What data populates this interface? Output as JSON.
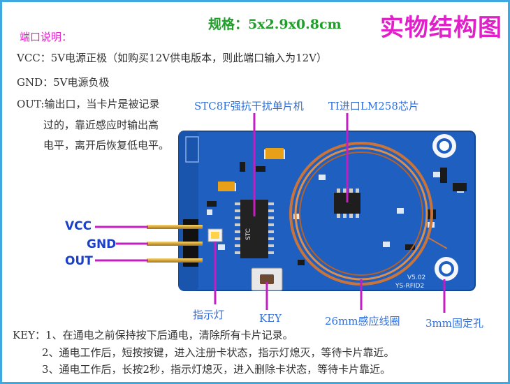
{
  "spec": "规格：5x2.9x0.8cm",
  "title": "实物结构图",
  "ports": {
    "heading": "端口说明：",
    "vcc": "VCC：5V电源正极（如购买12V供电版本，则此端口输入为12V）",
    "gnd": "GND：5V电源负极",
    "out_line1": "OUT:输出口，当卡片是被记录",
    "out_line2": "过的，靠近感应时输出高",
    "out_line3": "电平，离开后恢复低电平。"
  },
  "callouts": {
    "mcu": "STC8F强抗干扰单片机",
    "lm258": "TI进口LM258芯片",
    "led": "指示灯",
    "key": "KEY",
    "coil": "26mm感应线圈",
    "hole": "3mm固定孔"
  },
  "pins": [
    "VCC",
    "GND",
    "OUT"
  ],
  "key_notes": [
    "KEY：1、在通电之前保持按下后通电，清除所有卡片记录。",
    "2、通电工作后，短按按键，进入注册卡状态，指示灯熄灭，等待卡片靠近。",
    "3、通电工作后，长按2秒，指示灯熄灭，进入删除卡状态，等待卡片靠近。"
  ],
  "board": {
    "version": "V5.02",
    "model": "YS-RFID2",
    "ic_marking": "STC"
  },
  "colors": {
    "pcb": "#1e5fbf",
    "frame": "#3fa8e0",
    "callout_line": "#c21ec2",
    "callout_text": "#2e6edb",
    "pin_label": "#1a3fc8",
    "title": "#e020c8",
    "spec": "#1f9e2a",
    "coil": "#c8743a"
  }
}
